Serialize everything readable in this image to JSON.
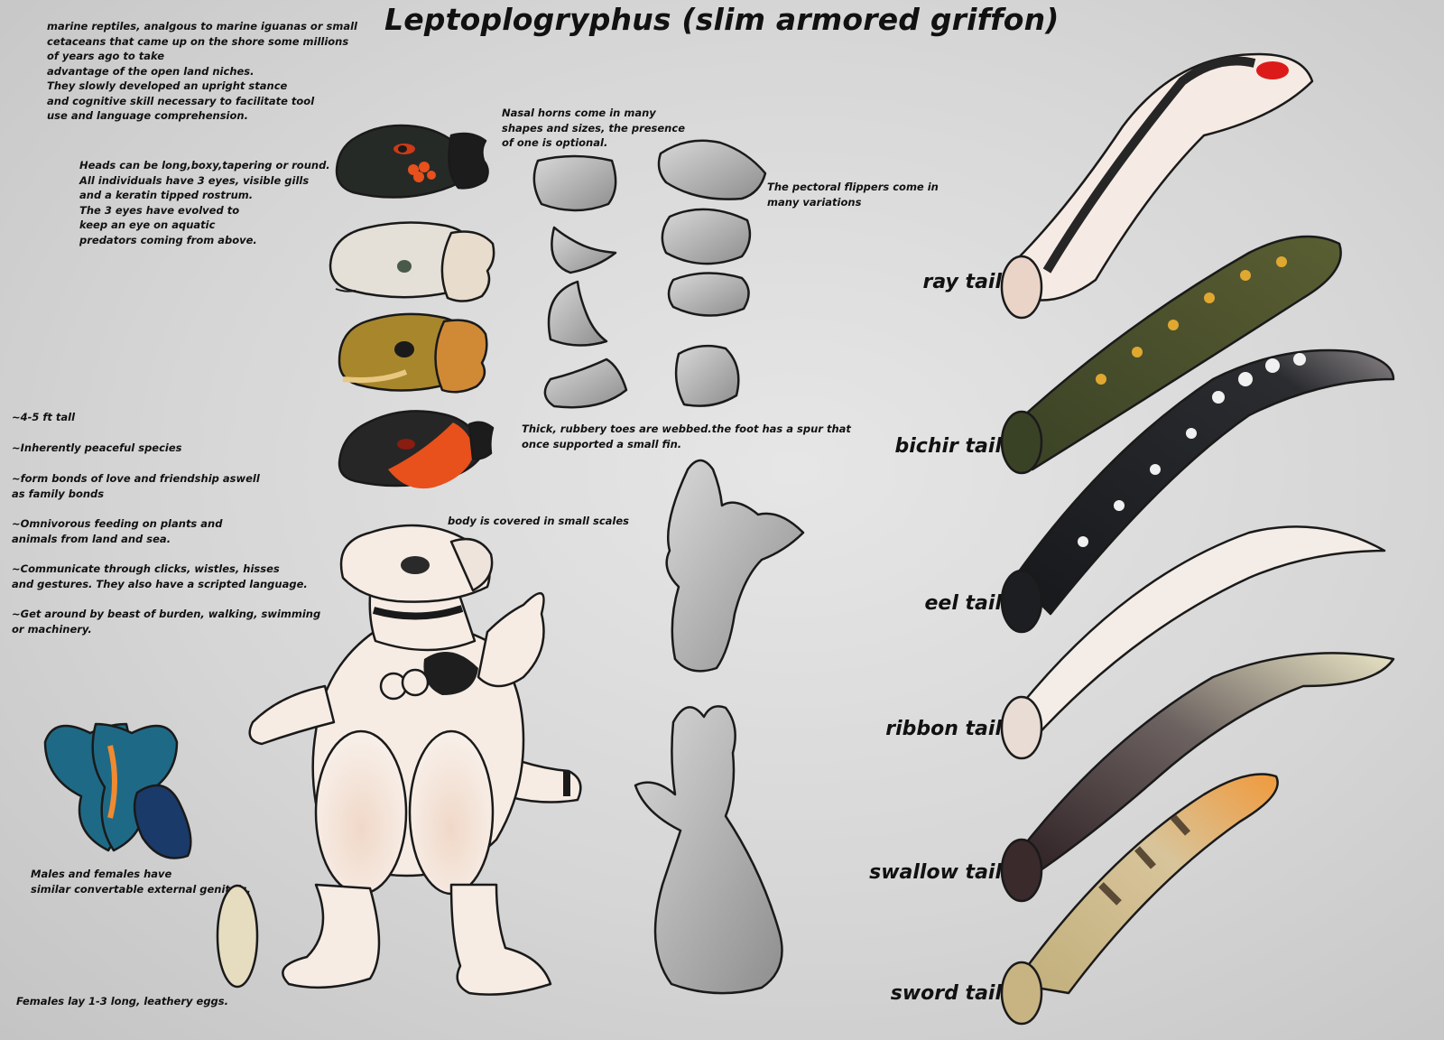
{
  "title": "Leptoplogryphus (slim armored griffon)",
  "notes": {
    "origin": "marine reptiles, analgous to marine iguanas or small\ncetaceans that came up on the shore some millions\nof years ago to take\nadvantage of the open land niches.\nThey slowly developed an upright stance\nand cognitive skill necessary to facilitate tool\nuse and language comprehension.",
    "heads": "Heads can be long,boxy,tapering or round.\nAll individuals have 3 eyes, visible gills\nand a  keratin tipped rostrum.\nThe 3 eyes have evolved to\nkeep an eye on aquatic\npredators coming from above.",
    "nasal_horns": "Nasal horns come in many\nshapes and sizes, the presence\nof one is optional.",
    "flippers": "The pectoral flippers come in\nmany variations",
    "toes": "Thick, rubbery toes are webbed.the foot has a spur that\nonce supported a small fin.",
    "scales": "body is covered in small scales",
    "genitals": "Males and females have\nsimilar convertable external genitals.",
    "eggs": "Females lay 1-3 long, leathery eggs."
  },
  "facts": [
    "~4-5 ft tall",
    "~Inherently peaceful species",
    "~form bonds of love and friendship aswell\nas family bonds",
    "~Omnivorous feeding on plants and\nanimals from land and sea.",
    "~Communicate through clicks, wistles, hisses\nand gestures. They also have a scripted language.",
    "~Get around by beast of burden, walking, swimming\nor machinery."
  ],
  "tails": [
    {
      "label": "ray tail",
      "color": "#f6ebe4"
    },
    {
      "label": "bichir tail",
      "color": "#424a2a"
    },
    {
      "label": "eel tail",
      "color": "#1c1e22"
    },
    {
      "label": "ribbon tail",
      "color": "#f4ece6"
    },
    {
      "label": "swallow tail",
      "color": "#3a2a2c"
    },
    {
      "label": "sword tail",
      "color": "#c8b482"
    }
  ],
  "colors": {
    "head_dark": "#262a26",
    "head_pale": "#e4e0d8",
    "head_gold": "#a8862c",
    "head_red": "#e8501c",
    "creature_skin": "#f6ece4",
    "part_gray": "#a8a8a8",
    "genital_teal": "#1e6a86"
  }
}
